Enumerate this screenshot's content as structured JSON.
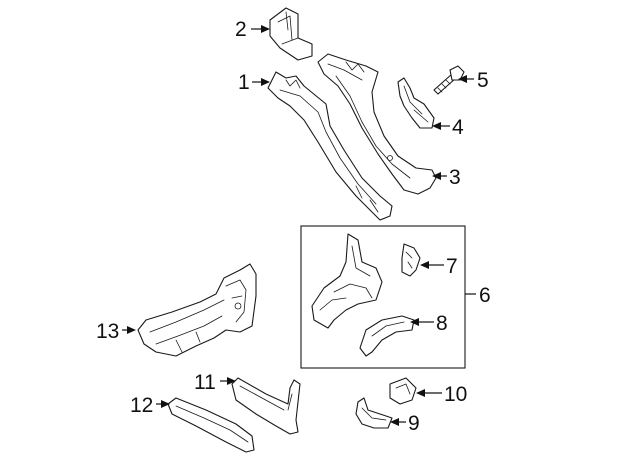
{
  "diagram": {
    "line_color": "#1a1a1a",
    "background": "#ffffff",
    "callouts": [
      {
        "id": "1",
        "label": "1"
      },
      {
        "id": "2",
        "label": "2"
      },
      {
        "id": "3",
        "label": "3"
      },
      {
        "id": "4",
        "label": "4"
      },
      {
        "id": "5",
        "label": "5"
      },
      {
        "id": "6",
        "label": "6"
      },
      {
        "id": "7",
        "label": "7"
      },
      {
        "id": "8",
        "label": "8"
      },
      {
        "id": "9",
        "label": "9"
      },
      {
        "id": "10",
        "label": "10"
      },
      {
        "id": "11",
        "label": "11"
      },
      {
        "id": "12",
        "label": "12"
      },
      {
        "id": "13",
        "label": "13"
      }
    ]
  }
}
